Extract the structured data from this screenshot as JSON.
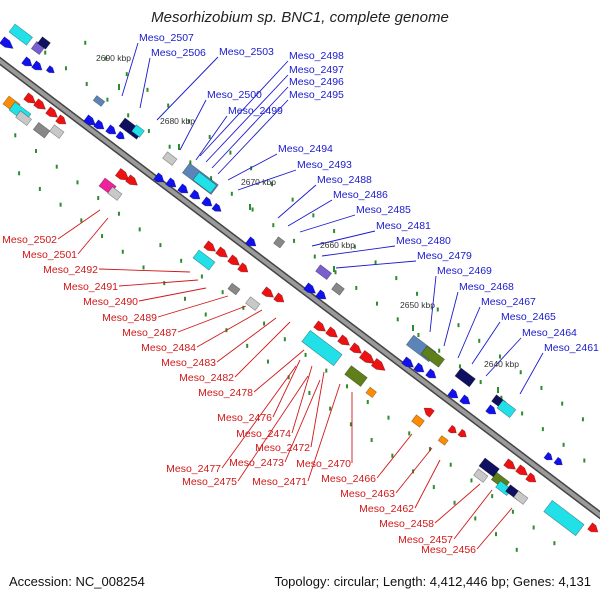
{
  "title": "Mesorhizobium sp. BNC1, complete genome",
  "footer": {
    "accession": "Accession: NC_008254",
    "summary": "Topology: circular; Length: 4,412,446 bp; Genes: 4,131"
  },
  "colors": {
    "top_strand_label": "#1a1acc",
    "bottom_strand_label": "#d01818",
    "backbone": "#7d7d7d",
    "tick": "#2e8b2e"
  },
  "ticks": [
    "2690 kbp",
    "2680 kbp",
    "2670 kbp",
    "2660 kbp",
    "2650 kbp",
    "2640 kbp"
  ],
  "top_labels": [
    "Meso_2507",
    "Meso_2506",
    "Meso_2503",
    "Meso_2498",
    "Meso_2497",
    "Meso_2496",
    "Meso_2495",
    "Meso_2500",
    "Meso_2499",
    "Meso_2494",
    "Meso_2493",
    "Meso_2488",
    "Meso_2486",
    "Meso_2485",
    "Meso_2481",
    "Meso_2480",
    "Meso_2479",
    "Meso_2469",
    "Meso_2468",
    "Meso_2467",
    "Meso_2465",
    "Meso_2464",
    "Meso_2461"
  ],
  "bottom_labels": [
    "Meso_2502",
    "Meso_2501",
    "Meso_2492",
    "Meso_2491",
    "Meso_2490",
    "Meso_2489",
    "Meso_2487",
    "Meso_2484",
    "Meso_2483",
    "Meso_2482",
    "Meso_2478",
    "Meso_2476",
    "Meso_2474",
    "Meso_2472",
    "Meso_2473",
    "Meso_2477",
    "Meso_2475",
    "Meso_2471",
    "Meso_2470",
    "Meso_2466",
    "Meso_2463",
    "Meso_2462",
    "Meso_2458",
    "Meso_2457",
    "Meso_2456"
  ]
}
